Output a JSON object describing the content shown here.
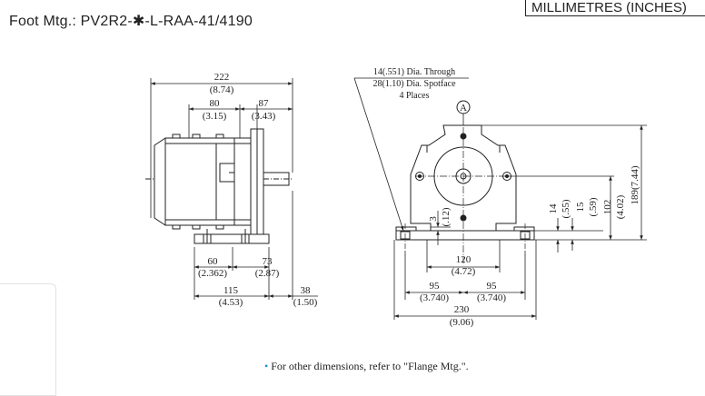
{
  "header": {
    "title": "Foot Mtg.: PV2R2-✱-L-RAA-41/4190",
    "units": "MILLIMETRES (INCHES)"
  },
  "side_view": {
    "dims": {
      "d222": "222",
      "d222_in": "(8.74)",
      "d80": "80",
      "d80_in": "(3.15)",
      "d87": "87",
      "d87_in": "(3.43)",
      "d60": "60",
      "d60_in": "(2.362)",
      "d73": "73",
      "d73_in": "(2.87)",
      "d115": "115",
      "d115_in": "(4.53)",
      "d38": "38",
      "d38_in": "(1.50)"
    }
  },
  "front_view": {
    "callout_line1": "14(.551) Dia. Through",
    "callout_line2": "28(1.10) Dia. Spotface",
    "callout_line3": "4 Places",
    "datum": "A",
    "dims": {
      "d3": "3",
      "d3_in": "(.12)",
      "d120": "120",
      "d120_in": "(4.72)",
      "d95a": "95",
      "d95a_in": "(3.740)",
      "d95b": "95",
      "d95b_in": "(3.740)",
      "d230": "230",
      "d230_in": "(9.06)",
      "d14": "14",
      "d14_in": "(.55)",
      "d15": "15",
      "d15_in": "(.59)",
      "d102": "102",
      "d102_in": "(4.02)",
      "d189": "189(7.44)"
    }
  },
  "footnote": {
    "bullet": "•",
    "text": "For other dimensions, refer to \"Flange Mtg.\"."
  }
}
